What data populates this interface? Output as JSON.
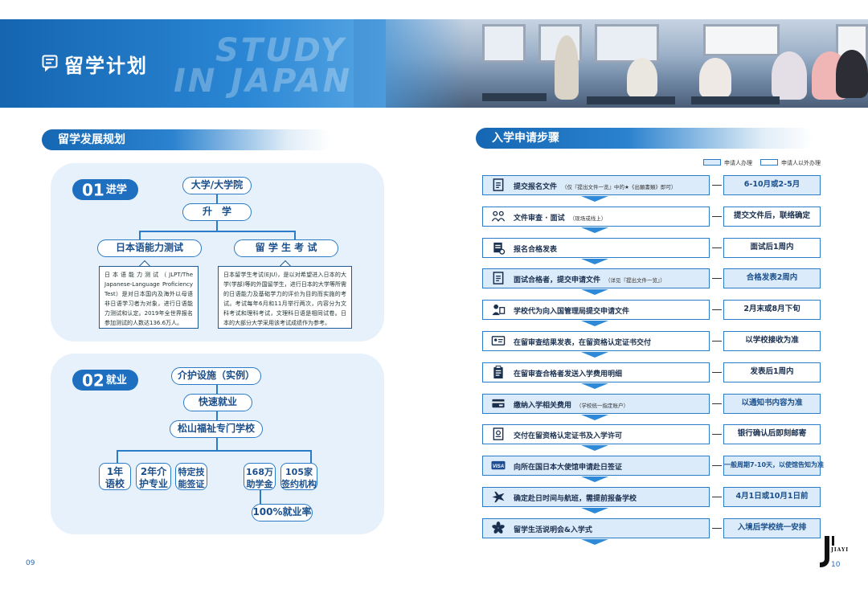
{
  "banner": {
    "title": "留学计划",
    "watermark_line1": "STUDY",
    "watermark_line2": "IN JAPAN"
  },
  "left": {
    "section_title": "留学发展规划",
    "path1": {
      "num": "01",
      "label": "进学",
      "top_pill": "大学/大学院",
      "sub_pill": "升　学",
      "option_a": "日本语能力测试",
      "option_b": "留 学 生 考 试",
      "desc_a": "日本语能力测试（JLPT/The Japanese-Language Proficiency Test）是对日本国内及海外以母语非日语学习者为对象，进行日语能力测试和认定。2019年全世界报名参加测试的人数达136.6万人。",
      "desc_b": "日本留学生考试(EJU)，是以对希望进入日本的大学(学部)等的外国留学生，进行日本的大学等所需的日语能力及基础学力的评价为目的而实施的考试。考试每年6月和11月举行两次，内容分为文科考试和理科考试，文理科日语是相同试卷。日本的大部分大学采用该考试成绩作为参考。"
    },
    "path2": {
      "num": "02",
      "label": "就业",
      "pill1": "介护设施（实例）",
      "pill2": "快速就业",
      "pill3": "松山福祉专门学校",
      "boxes_left": [
        "1年\n语校",
        "2年介\n护专业",
        "特定技\n能签证"
      ],
      "boxes_right": [
        "168万\n助学金",
        "105家\n签约机构"
      ],
      "bottom_pill": "100%就业率"
    }
  },
  "right": {
    "section_title": "入学申请步骤",
    "legend": {
      "applicant": "申请人办理",
      "other": "申请人以外办理"
    },
    "steps": [
      {
        "icon": "document-icon",
        "label": "提交报名文件",
        "note": "（仅『提出文件一览』中的★《出願書類》即可）",
        "time": "6-10月或2-5月",
        "applicant": true
      },
      {
        "icon": "interview-icon",
        "label": "文件审查 · 面试",
        "note": "（现场或线上）",
        "time": "提交文件后，联络确定",
        "applicant": false
      },
      {
        "icon": "announce-icon",
        "label": "报名合格发表",
        "note": "",
        "time": "面试后1周内",
        "applicant": false
      },
      {
        "icon": "document-icon",
        "label": "面试合格者，提交申请文件",
        "note": "（详见『提出文件一览』）",
        "time": "合格发表2周内",
        "applicant": true
      },
      {
        "icon": "submit-icon",
        "label": "学校代为向入国管理局提交申请文件",
        "note": "",
        "time": "2月末或8月下旬",
        "applicant": false
      },
      {
        "icon": "id-card-icon",
        "label": "在留审查结果发表，在留资格认定证书交付",
        "note": "",
        "time": "以学校接收为准",
        "applicant": false
      },
      {
        "icon": "clipboard-icon",
        "label": "在留审查合格者发送入学费用明细",
        "note": "",
        "time": "发表后1周内",
        "applicant": false
      },
      {
        "icon": "payment-icon",
        "label": "缴纳入学相关费用",
        "note": "（学校统一指定账户）",
        "time": "以通知书内容为准",
        "applicant": true
      },
      {
        "icon": "certificate-icon",
        "label": "交付在留资格认定证书及入学许可",
        "note": "",
        "time": "银行确认后即刻邮寄",
        "applicant": false
      },
      {
        "icon": "visa-icon",
        "label": "向所在国日本大使馆申请赴日签证",
        "note": "",
        "time": "一般周期7-10天，以使馆告知为准",
        "applicant": true
      },
      {
        "icon": "airplane-icon",
        "label": "确定赴日时间与航班，需提前报备学校",
        "note": "",
        "time": "4月1日或10月1日前",
        "applicant": true
      },
      {
        "icon": "sakura-icon",
        "label": "留学生活说明会&入学式",
        "note": "",
        "time": "入境后学校统一安排",
        "applicant": true
      }
    ]
  },
  "footer": {
    "left_page": "09",
    "right_page": "10",
    "logo_text": "JIAYI"
  },
  "colors": {
    "primary": "#1e6fc0",
    "applicant_fill": "#dcebf9",
    "panel": "#e6f1fb"
  }
}
